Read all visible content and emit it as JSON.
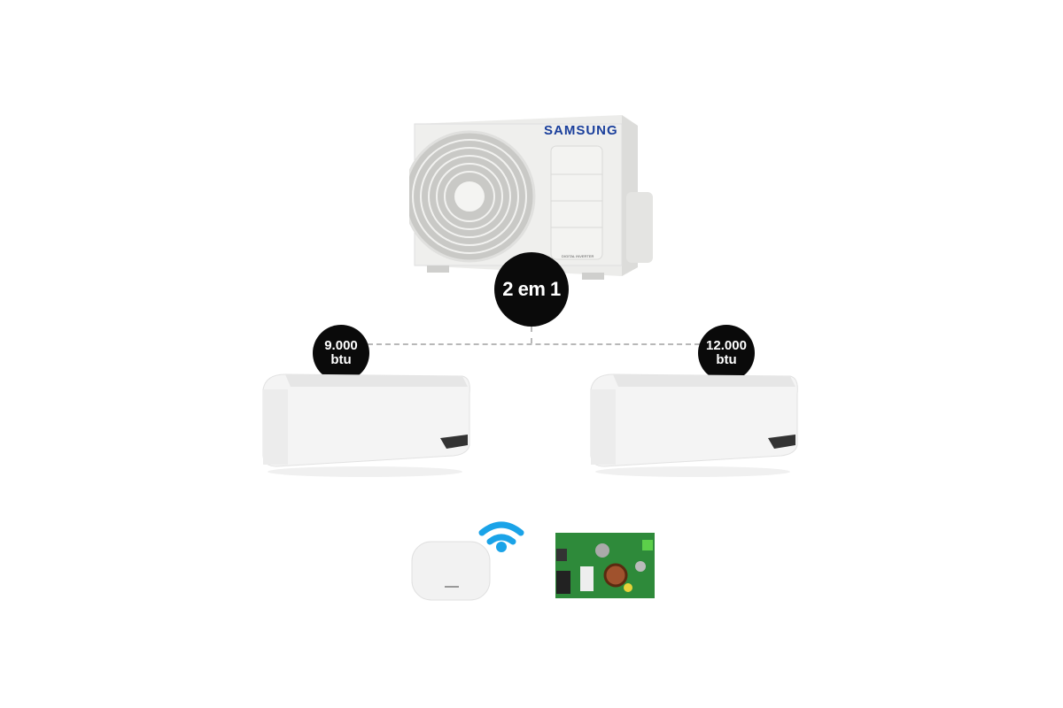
{
  "outdoor_unit": {
    "brand": "SAMSUNG",
    "label": "DIGITAL INVERTER"
  },
  "badges": {
    "system": "2 em 1",
    "left_capacity": {
      "value": "9.000",
      "unit": "btu"
    },
    "right_capacity": {
      "value": "12.000",
      "unit": "btu"
    }
  },
  "colors": {
    "badge": "#0a0a0a",
    "brand_blue": "#1a3f9c",
    "wifi": "#1aa3e8",
    "pcb": "#2e8a3a"
  }
}
